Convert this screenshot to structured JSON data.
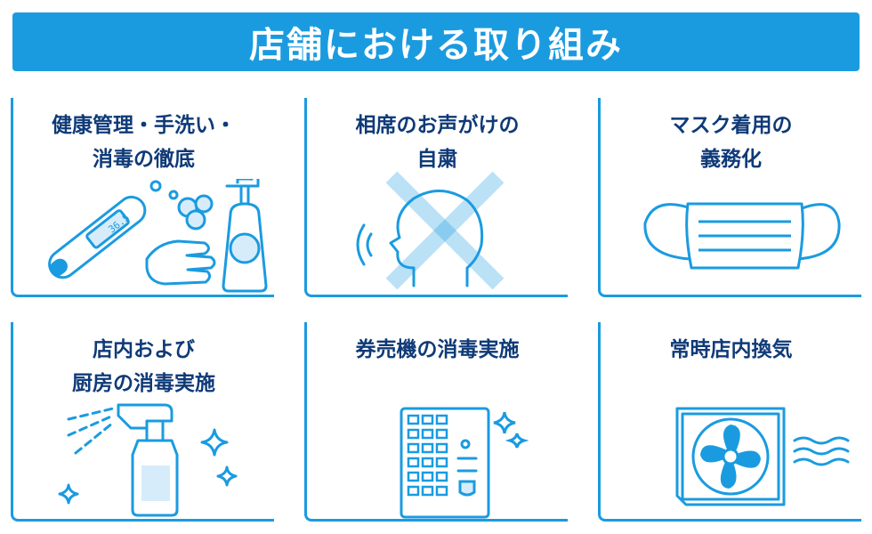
{
  "banner": {
    "title": "店舗における取り組み"
  },
  "cards": [
    {
      "label": "健康管理・手洗い・\n消毒の徹底",
      "icon": "thermometer-handwash-icon",
      "thermometer_reading": "36.5"
    },
    {
      "label": "相席のお声がけの\n自粛",
      "icon": "no-talking-icon"
    },
    {
      "label": "マスク着用の\n義務化",
      "icon": "face-mask-icon"
    },
    {
      "label": "店内および\n厨房の消毒実施",
      "icon": "spray-bottle-icon"
    },
    {
      "label": "券売機の消毒実施",
      "icon": "ticket-machine-icon"
    },
    {
      "label": "常時店内換気",
      "icon": "ventilation-fan-icon"
    }
  ],
  "colors": {
    "accent": "#1a9be0",
    "light": "#d7ecfa",
    "text": "#0f3a78"
  }
}
